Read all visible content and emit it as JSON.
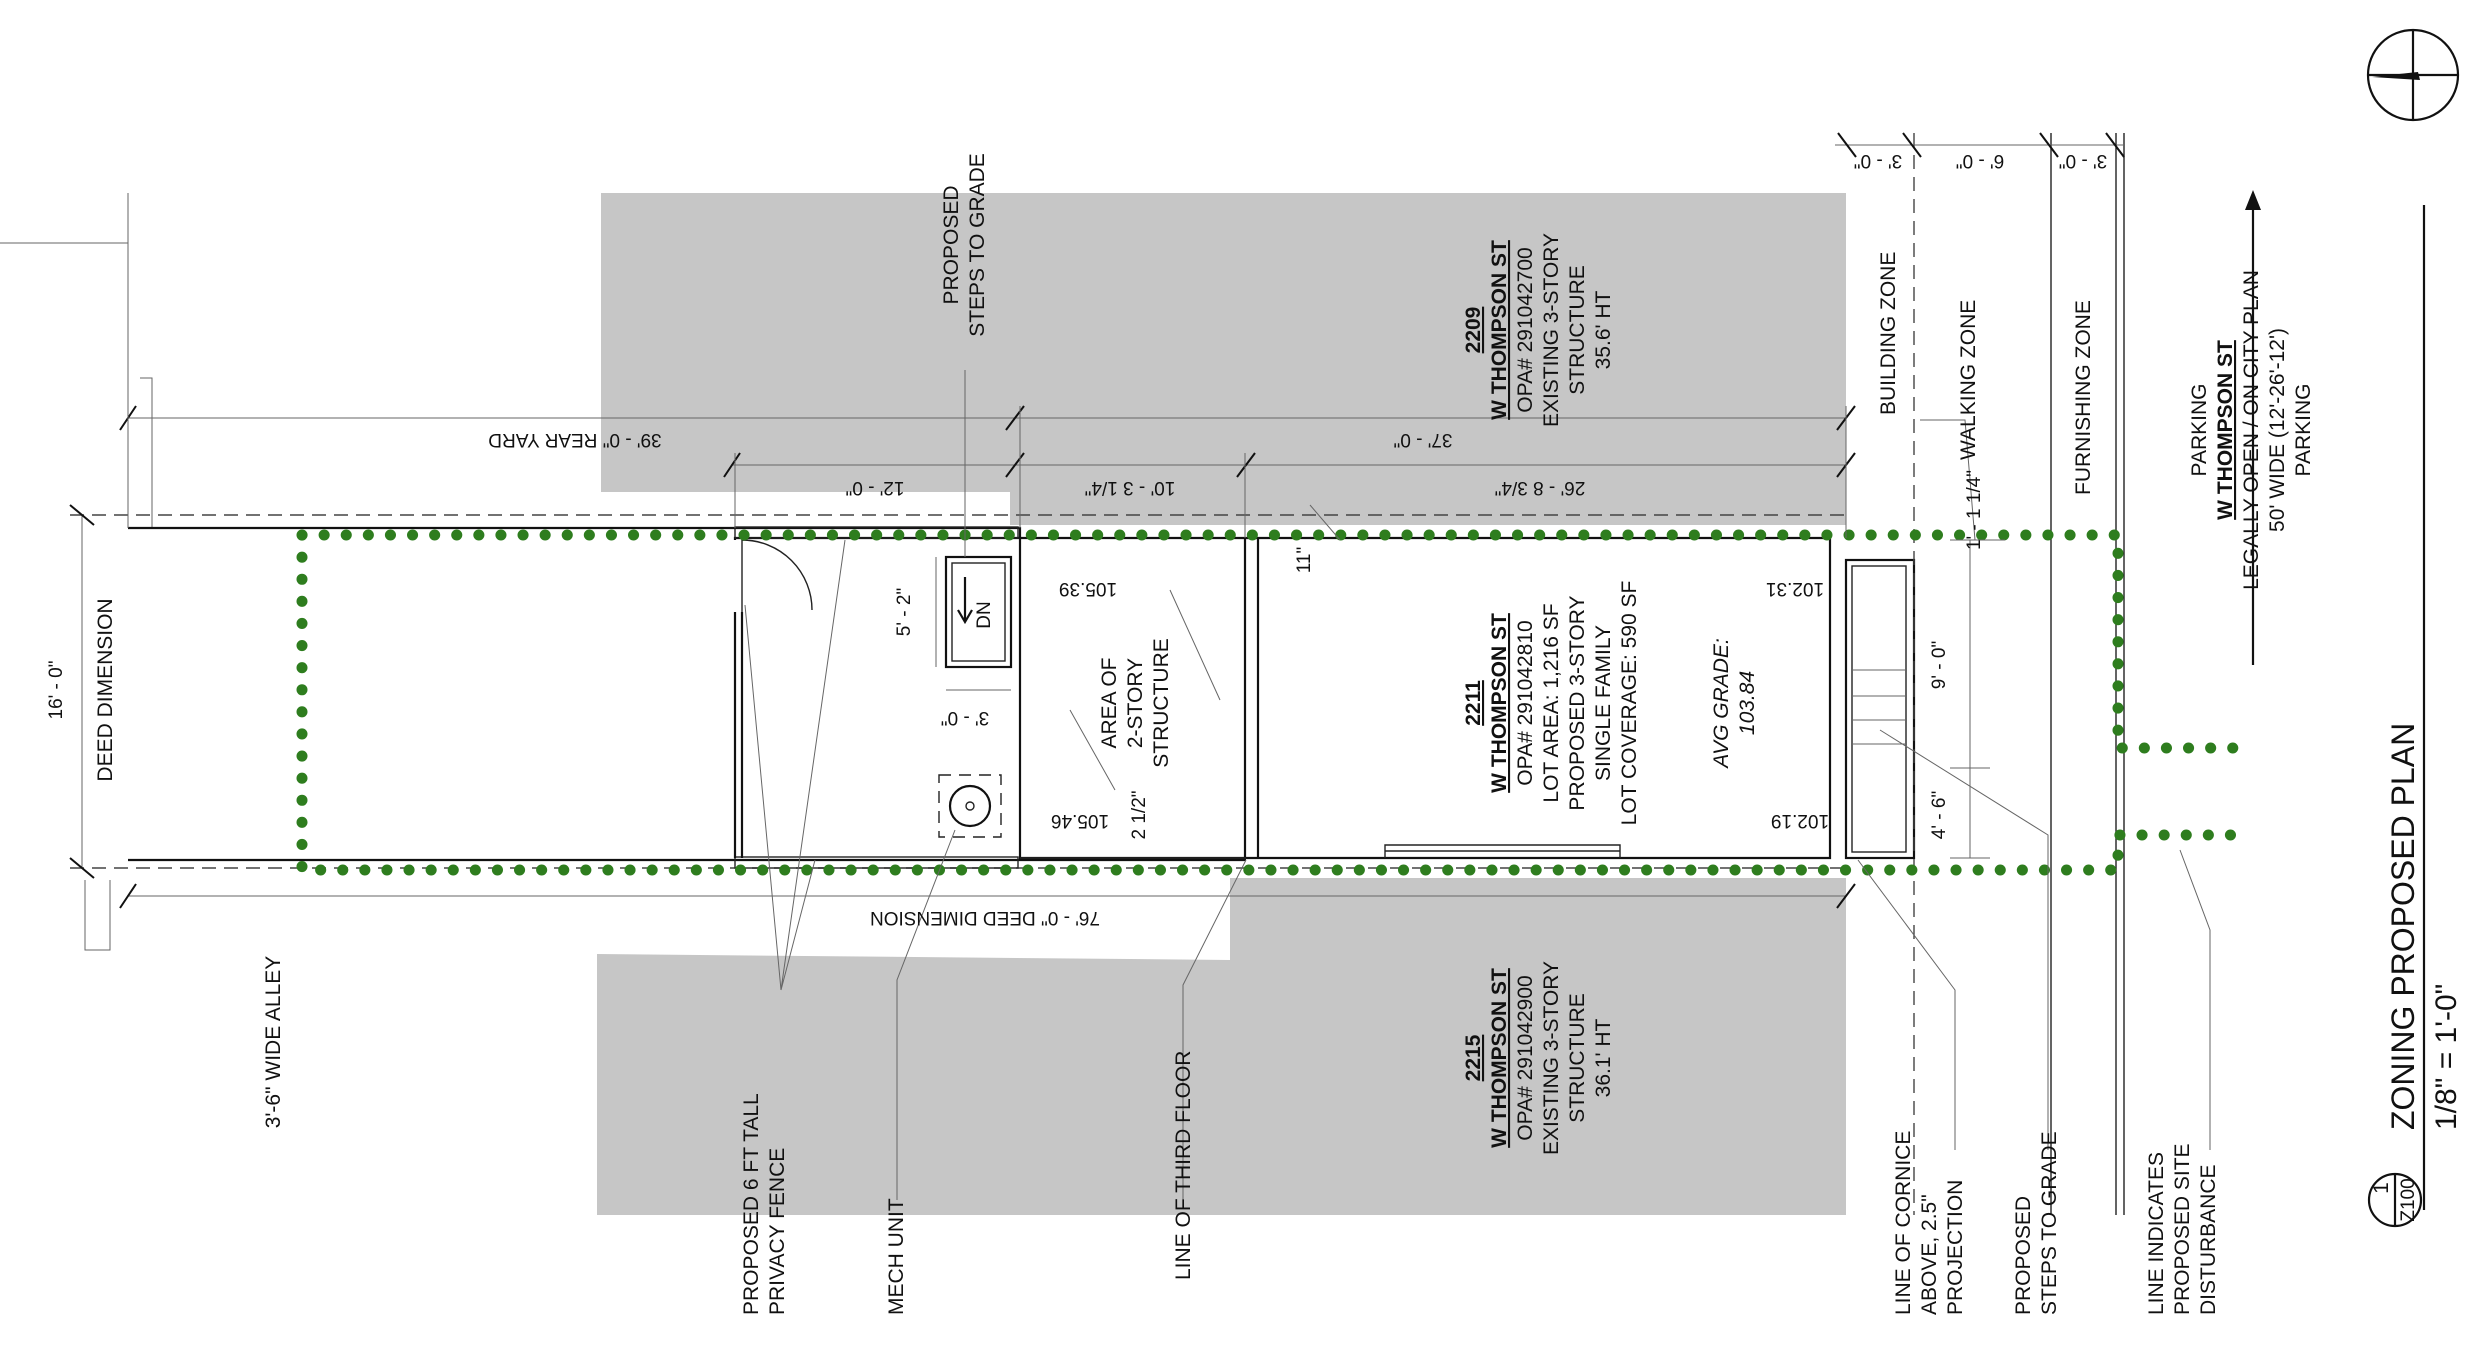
{
  "title": {
    "name": "ZONING PROPOSED PLAN",
    "scale": "1/8\" = 1'-0\"",
    "number": "1",
    "sheet": "Z100"
  },
  "properties": {
    "p2209": {
      "address": "2209",
      "street": "W THOMPSON ST",
      "opa": "OPA# 291042700",
      "desc1": "EXISTING 3-STORY",
      "desc2": "STRUCTURE",
      "height": "35.6' HT"
    },
    "p2211": {
      "address": "2211",
      "street": "W THOMPSON ST",
      "opa": "OPA# 291042810",
      "area": "LOT AREA: 1,216 SF",
      "desc1": "PROPOSED 3-STORY",
      "desc2": "SINGLE FAMILY",
      "coverage": "LOT COVERAGE: 590 SF"
    },
    "p2215": {
      "address": "2215",
      "street": "W THOMPSON ST",
      "opa": "OPA# 291042900",
      "desc1": "EXISTING 3-STORY",
      "desc2": "STRUCTURE",
      "height": "36.1' HT"
    }
  },
  "street": {
    "parking1": "PARKING",
    "name": "W THOMPSON ST",
    "status": "LEGALLY OPEN / ON CITY PLAN",
    "width": "50' WIDE (12'-26'-12')",
    "parking2": "PARKING"
  },
  "zones": {
    "building": "BUILDING ZONE",
    "walking": "WALKING ZONE",
    "furnishing": "FURNISHING ZONE"
  },
  "dimensions": {
    "rear_yard": "39' - 0\" REAR YARD",
    "d37": "37' - 0\"",
    "d12": "12' - 0\"",
    "d10": "10' - 3 1/4\"",
    "d26": "26' - 8 3/4\"",
    "d11": "11\"",
    "d1_1": "1' - 1 1/4\"",
    "d9": "9' - 0\"",
    "d4_6": "4' - 6\"",
    "d5_2": "5' - 2\"",
    "d3": "3' - 0\"",
    "d2_5": "2 1/2\"",
    "deed_depth": "76' - 0\" DEED DIMENSION",
    "deed_width": "16' - 0\"",
    "deed_label": "DEED DIMENSION",
    "zone_building": "3' - 0\"",
    "zone_walking": "6' - 0\"",
    "zone_furnishing": "3' - 0\""
  },
  "grades": {
    "g1": "105.39",
    "g2": "105.46",
    "g3": "102.31",
    "g4": "102.19",
    "avg_label": "AVG GRADE:",
    "avg_value": "103.84"
  },
  "labels": {
    "stairs_dn": "DN",
    "steps_rear_1": "PROPOSED",
    "steps_rear_2": "STEPS TO GRADE",
    "area2_1": "AREA OF",
    "area2_2": "2-STORY",
    "area2_3": "STRUCTURE",
    "alley": "3'-6\" WIDE ALLEY",
    "fence_1": "PROPOSED 6 FT TALL",
    "fence_2": "PRIVACY FENCE",
    "mech": "MECH UNIT",
    "third_floor": "LINE OF THIRD FLOOR",
    "cornice_1": "LINE OF CORNICE",
    "cornice_2": "ABOVE, 2.5\"",
    "cornice_3": "PROJECTION",
    "steps_front_1": "PROPOSED",
    "steps_front_2": "STEPS TO GRADE",
    "disturb_1": "LINE INDICATES",
    "disturb_2": "PROPOSED SITE",
    "disturb_3": "DISTURBANCE"
  },
  "colors": {
    "disturbance": "#2e7d1e",
    "neighbor_fill": "#c6c6c6"
  }
}
